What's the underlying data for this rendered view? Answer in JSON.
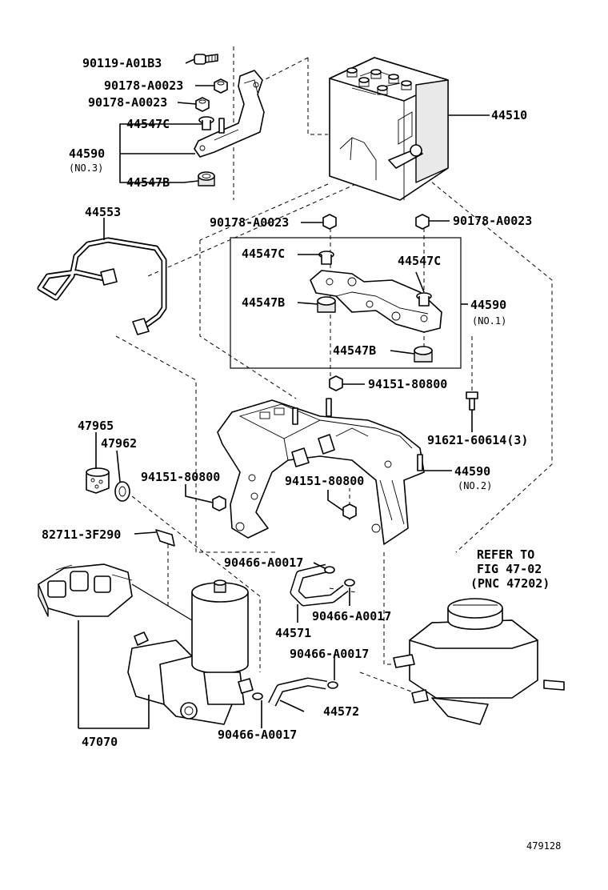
{
  "labels": {
    "p90119_A01B3": "90119-A01B3",
    "p90178_A0023_a": "90178-A0023",
    "p90178_A0023_b": "90178-A0023",
    "p44547C_a": "44547C",
    "p44590_a": "44590",
    "p44590_a_sub": "(NO.3)",
    "p44547B_a": "44547B",
    "p44510": "44510",
    "p44553": "44553",
    "p90178_A0023_c": "90178-A0023",
    "p90178_A0023_d": "90178-A0023",
    "p44547C_b": "44547C",
    "p44547C_c": "44547C",
    "p44547B_b": "44547B",
    "p44590_b": "44590",
    "p44590_b_sub": "(NO.1)",
    "p44547B_c": "44547B",
    "p94151_80800_a": "94151-80800",
    "p91621_60614": "91621-60614(3)",
    "p47965": "47965",
    "p47962": "47962",
    "p94151_80800_b": "94151-80800",
    "p94151_80800_c": "94151-80800",
    "p44590_c": "44590",
    "p44590_c_sub": "(NO.2)",
    "p82711_3F290": "82711-3F290",
    "p90466_A0017_a": "90466-A0017",
    "p90466_A0017_b": "90466-A0017",
    "p90466_A0017_c": "90466-A0017",
    "p90466_A0017_d": "90466-A0017",
    "p44571": "44571",
    "p44572": "44572",
    "p47070": "47070",
    "refer_line1": "REFER TO",
    "refer_line2": "FIG 47-02",
    "refer_line3": "(PNC 47202)",
    "diagram_id": "479128"
  }
}
